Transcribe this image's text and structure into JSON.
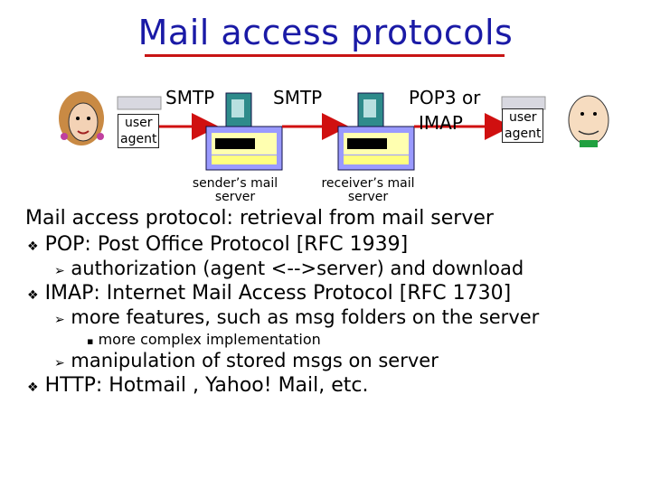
{
  "title": "Mail access protocols",
  "diagram": {
    "smtp_label_1": "SMTP",
    "smtp_label_2": "SMTP",
    "pop3_label": "POP3 or",
    "imap_label": "IMAP",
    "user_agent_left": [
      "user",
      "agent"
    ],
    "user_agent_right": [
      "user",
      "agent"
    ],
    "sender_server": [
      "sender’s mail",
      "server"
    ],
    "receiver_server": [
      "receiver’s mail",
      "server"
    ]
  },
  "content": {
    "heading": "Mail access protocol: retrieval from mail server",
    "bullets": [
      {
        "level": 1,
        "text": "POP: Post Office Protocol [RFC 1939]"
      },
      {
        "level": 2,
        "text": "authorization (agent <-->server) and download"
      },
      {
        "level": 1,
        "text": "IMAP: Internet Mail Access Protocol [RFC 1730]"
      },
      {
        "level": 2,
        "text": "more features, such as msg folders on the server"
      },
      {
        "level": 3,
        "text": "more complex implementation"
      },
      {
        "level": 2,
        "text": "manipulation of stored msgs on server"
      },
      {
        "level": 1,
        "text": "HTTP: Hotmail , Yahoo! Mail, etc."
      }
    ]
  },
  "colors": {
    "title": "#1a1aa6",
    "underline": "#c81414",
    "arrow": "#d01010"
  }
}
